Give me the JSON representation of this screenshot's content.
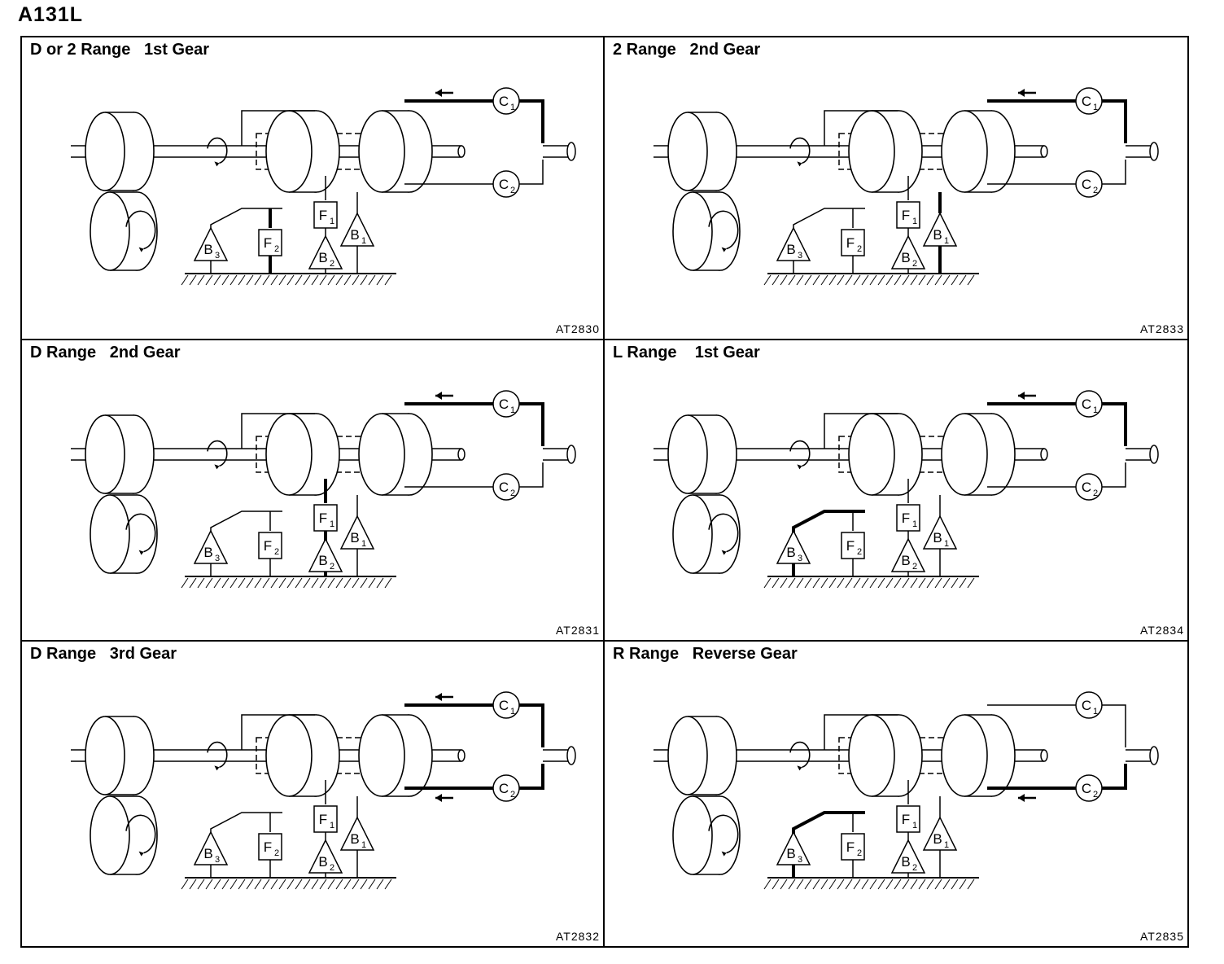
{
  "document_title": "A131L",
  "panels": [
    {
      "title": "D or 2 Range   1st Gear",
      "code": "AT2830",
      "components": {
        "c1": "C",
        "c2": "C",
        "f1": "F",
        "f2": "F",
        "b1": "B",
        "b2": "B",
        "b3": "B"
      },
      "engaged": [
        "C1",
        "F2"
      ]
    },
    {
      "title": "2 Range   2nd Gear",
      "code": "AT2833",
      "components": {
        "c1": "C",
        "c2": "C",
        "f1": "F",
        "f2": "F",
        "b1": "B",
        "b2": "B",
        "b3": "B"
      },
      "engaged": [
        "C1",
        "B1"
      ]
    },
    {
      "title": "D Range   2nd Gear",
      "code": "AT2831",
      "components": {
        "c1": "C",
        "c2": "C",
        "f1": "F",
        "f2": "F",
        "b1": "B",
        "b2": "B",
        "b3": "B"
      },
      "engaged": [
        "C1",
        "F1",
        "B2"
      ]
    },
    {
      "title": "L Range    1st Gear",
      "code": "AT2834",
      "components": {
        "c1": "C",
        "c2": "C",
        "f1": "F",
        "f2": "F",
        "b1": "B",
        "b2": "B",
        "b3": "B"
      },
      "engaged": [
        "C1",
        "B3"
      ]
    },
    {
      "title": "D Range   3rd Gear",
      "code": "AT2832",
      "components": {
        "c1": "C",
        "c2": "C",
        "f1": "F",
        "f2": "F",
        "b1": "B",
        "b2": "B",
        "b3": "B"
      },
      "engaged": [
        "C1",
        "C2"
      ]
    },
    {
      "title": "R Range   Reverse Gear",
      "code": "AT2835",
      "components": {
        "c1": "C",
        "c2": "C",
        "f1": "F",
        "f2": "F",
        "b1": "B",
        "b2": "B",
        "b3": "B"
      },
      "engaged": [
        "C2",
        "B3"
      ]
    }
  ]
}
